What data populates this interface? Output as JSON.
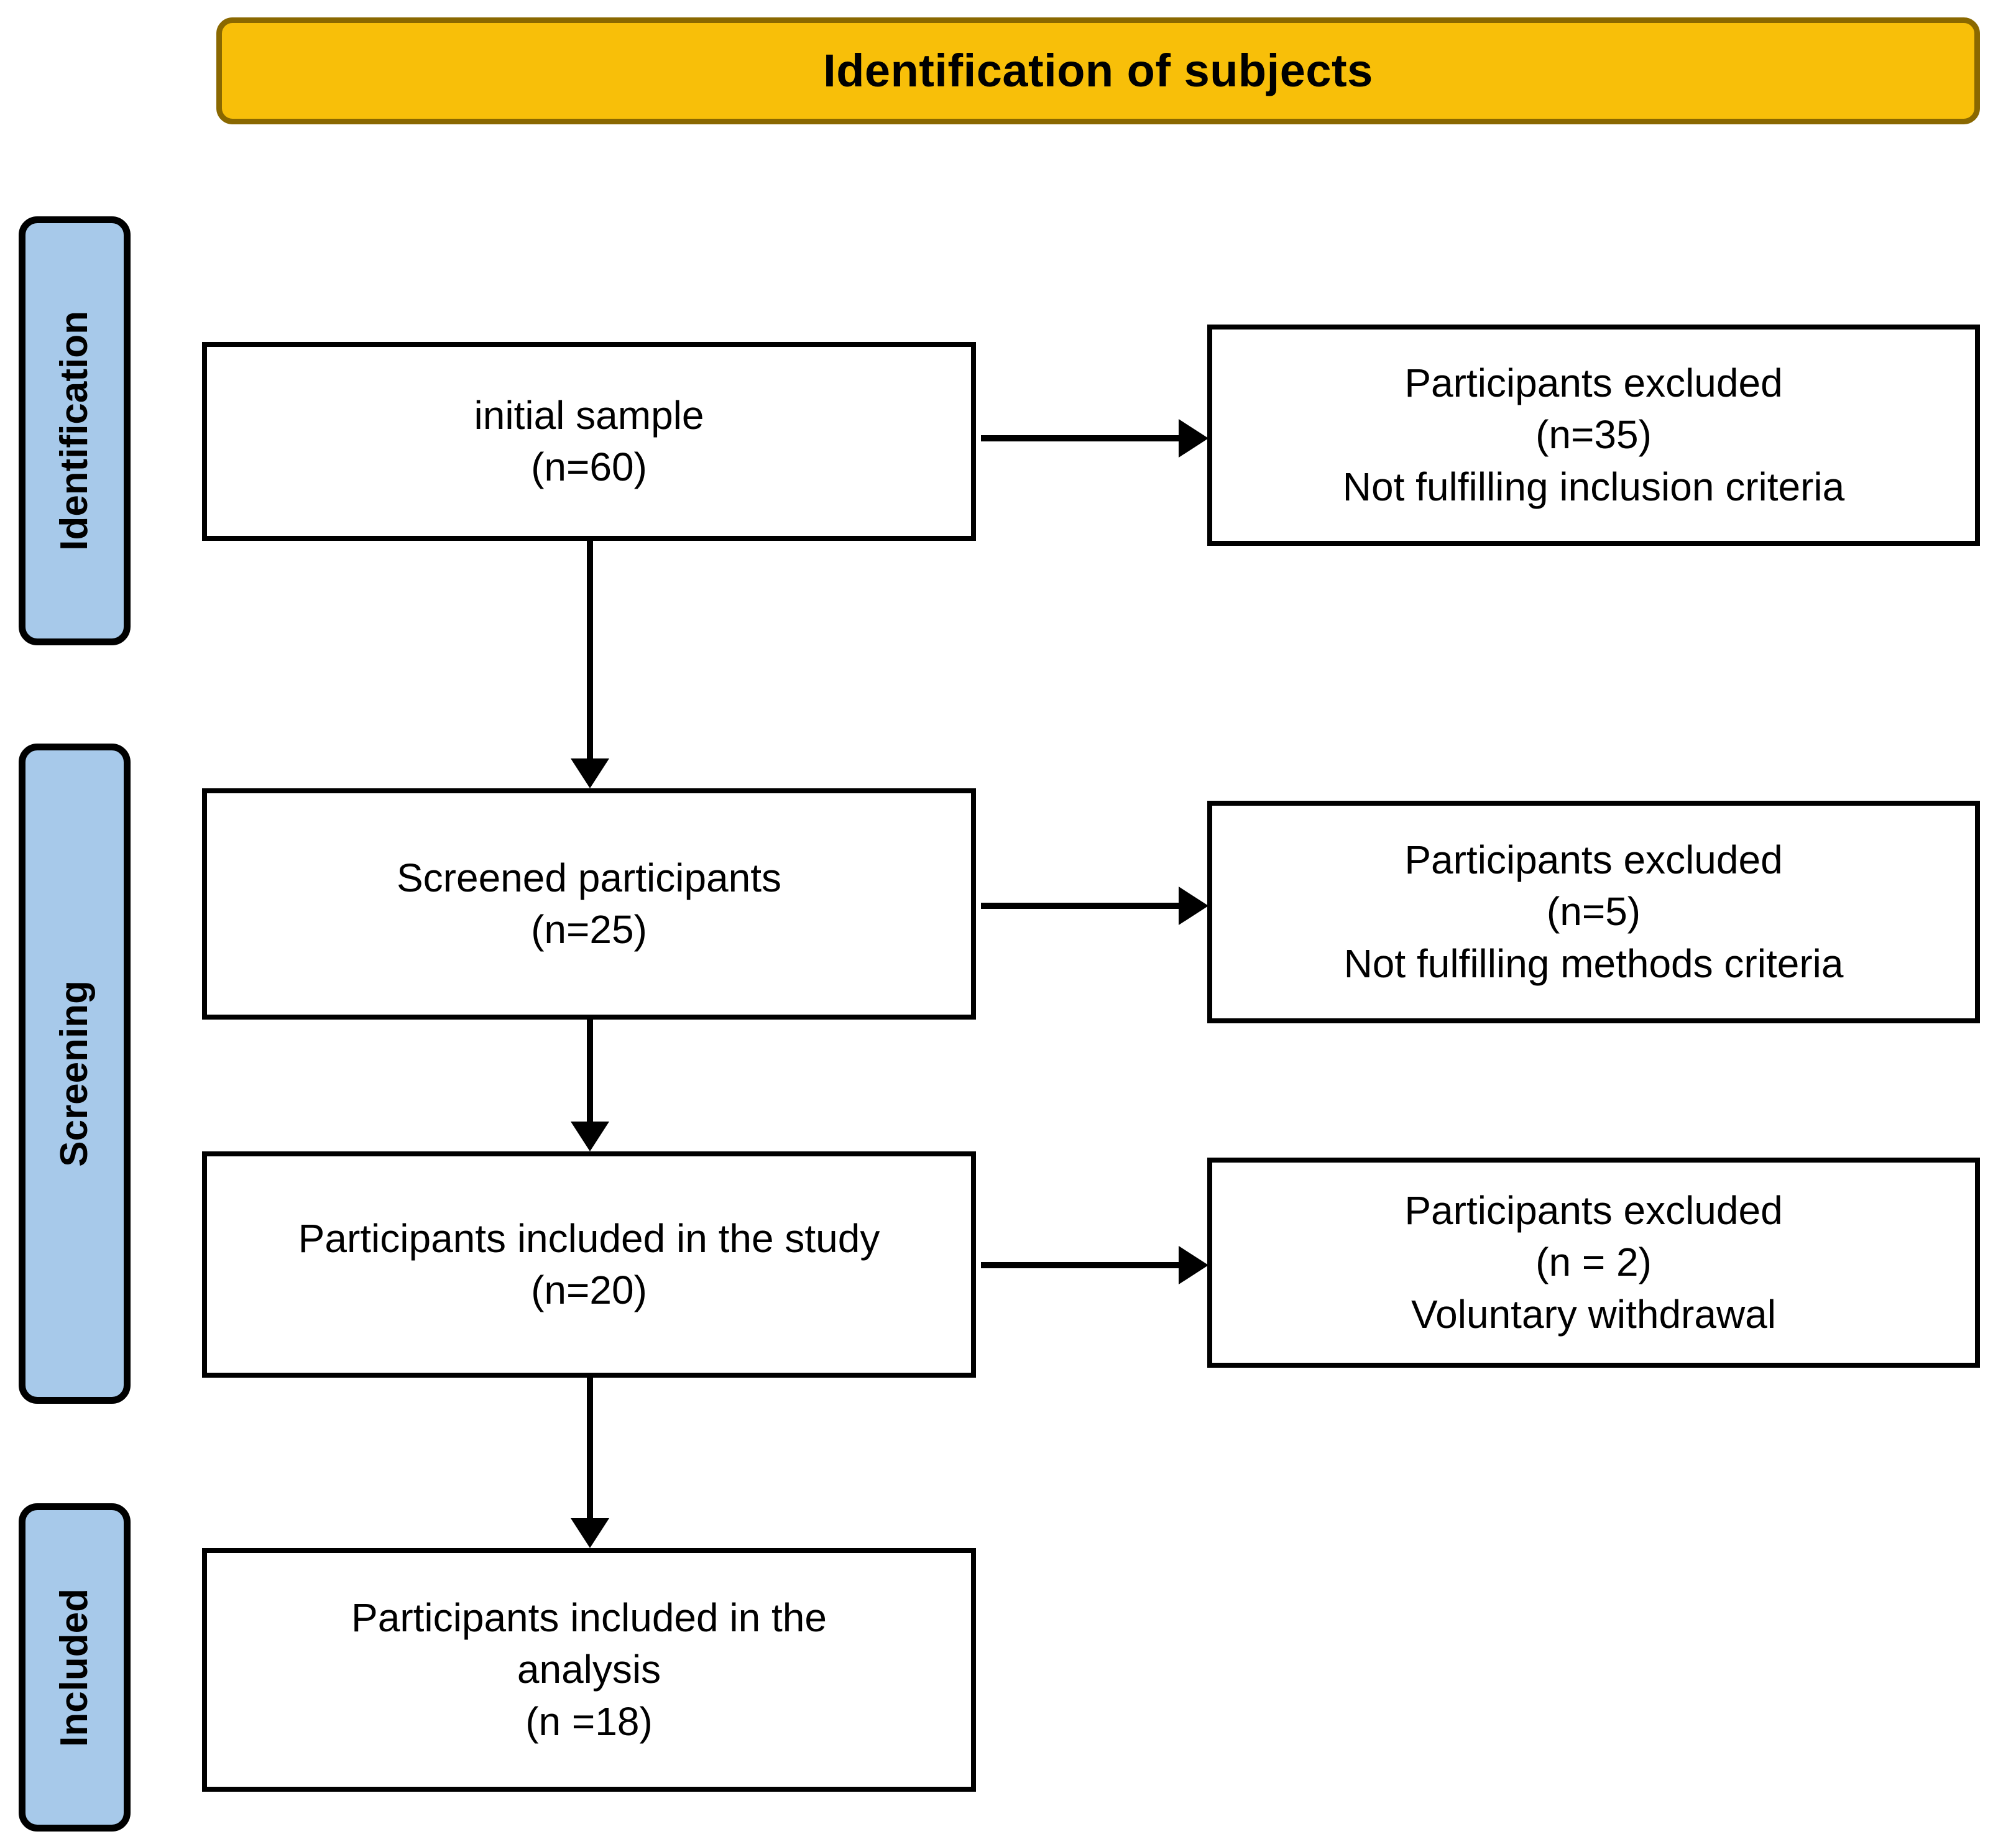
{
  "header": {
    "title": "Identification of subjects",
    "background_color": "#F8BF09",
    "border_color": "#8A6800"
  },
  "stages": [
    {
      "id": "identification",
      "label": "Identification",
      "background_color": "#A7C9EA"
    },
    {
      "id": "screening",
      "label": "Screening",
      "background_color": "#A7C9EA"
    },
    {
      "id": "included",
      "label": "Included",
      "background_color": "#A7C9EA"
    }
  ],
  "flow": {
    "main_boxes": [
      {
        "id": "initial-sample",
        "line1": "initial sample",
        "line2": "(n=60)",
        "line3": ""
      },
      {
        "id": "screened",
        "line1": "Screened participants",
        "line2": "(n=25)",
        "line3": ""
      },
      {
        "id": "included-study",
        "line1": "Participants included in the study",
        "line2": "(n=20)",
        "line3": ""
      },
      {
        "id": "included-analysis",
        "line1": "Participants included in the",
        "line2": "analysis",
        "line3": "(n =18)"
      }
    ],
    "exclusion_boxes": [
      {
        "id": "excluded-1",
        "line1": "Participants excluded",
        "line2": "(n=35)",
        "line3": "Not fulfilling inclusion criteria"
      },
      {
        "id": "excluded-2",
        "line1": "Participants excluded",
        "line2": "(n=5)",
        "line3": "Not fulfilling methods criteria"
      },
      {
        "id": "excluded-3",
        "line1": "Participants excluded",
        "line2": "(n = 2)",
        "line3": "Voluntary withdrawal"
      }
    ]
  },
  "chart_data": {
    "type": "diagram",
    "title": "Identification of subjects",
    "nodes": [
      {
        "stage": "Identification",
        "label": "initial sample",
        "n": 60
      },
      {
        "stage": "Identification",
        "label": "Participants excluded - Not fulfilling inclusion criteria",
        "n": 35
      },
      {
        "stage": "Screening",
        "label": "Screened participants",
        "n": 25
      },
      {
        "stage": "Screening",
        "label": "Participants excluded - Not fulfilling methods criteria",
        "n": 5
      },
      {
        "stage": "Screening",
        "label": "Participants included in the study",
        "n": 20
      },
      {
        "stage": "Screening",
        "label": "Participants excluded - Voluntary withdrawal",
        "n": 2
      },
      {
        "stage": "Included",
        "label": "Participants included in the analysis",
        "n": 18
      }
    ]
  }
}
